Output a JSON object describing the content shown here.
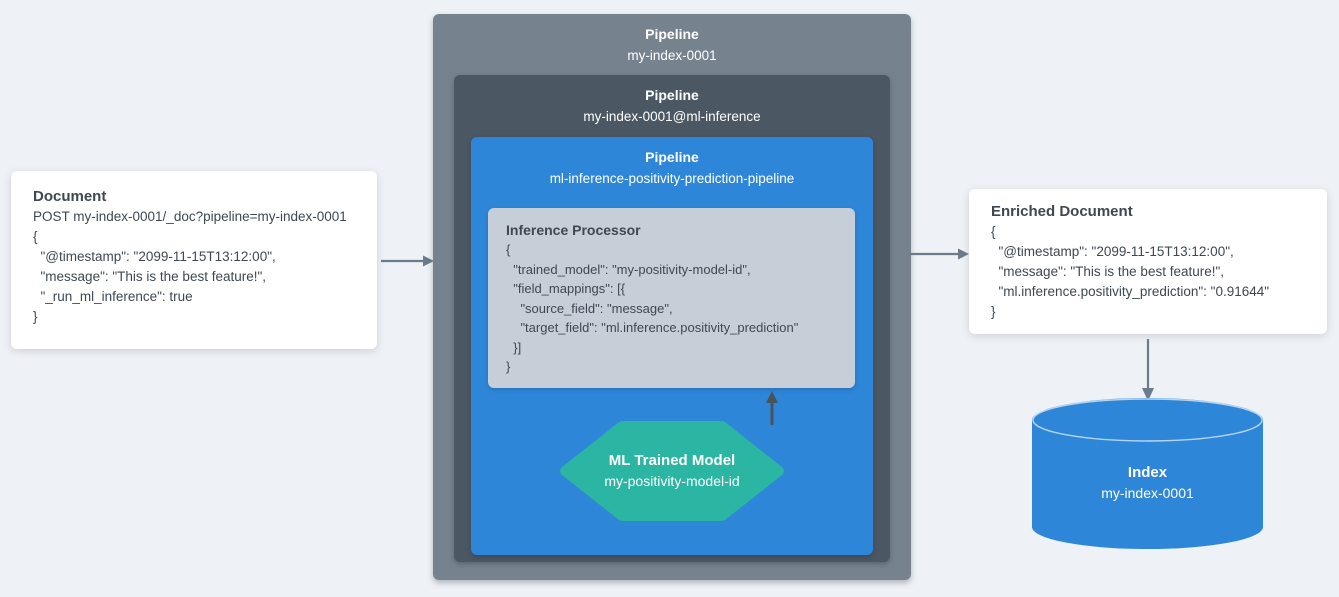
{
  "colors": {
    "background": "#EEF1F5",
    "outer_pipeline_box": "#77828F",
    "inner_pipeline_box": "#4B5763",
    "ml_pipeline_box": "#2E86D8",
    "processor_card": "#C6CFD8",
    "model_hexagon": "#2BB5A3",
    "index_cylinder": "#2E86D8",
    "arrow_gray": "#6B7B8B",
    "arrow_dark": "#4A525B",
    "text_dark": "#3E4853",
    "text_white": "#FFFFFF"
  },
  "document_card": {
    "title": "Document",
    "lines": [
      "POST my-index-0001/_doc?pipeline=my-index-0001",
      "{",
      "  \"@timestamp\": \"2099-11-15T13:12:00\",",
      "  \"message\": \"This is the best feature!\",",
      "  \"_run_ml_inference\": true",
      "}"
    ]
  },
  "outer_pipeline": {
    "title": "Pipeline",
    "name": "my-index-0001"
  },
  "inference_pipeline": {
    "title": "Pipeline",
    "name": "my-index-0001@ml-inference"
  },
  "ml_pipeline": {
    "title": "Pipeline",
    "name": "ml-inference-positivity-prediction-pipeline"
  },
  "inference_processor": {
    "title": "Inference Processor",
    "lines": [
      "{",
      "  \"trained_model\": \"my-positivity-model-id\",",
      "  \"field_mappings\": [{",
      "    \"source_field\": \"message\",",
      "    \"target_field\": \"ml.inference.positivity_prediction\"",
      "  }]",
      "}"
    ]
  },
  "ml_model": {
    "title": "ML Trained Model",
    "name": "my-positivity-model-id"
  },
  "enriched_card": {
    "title": "Enriched Document",
    "lines": [
      "{",
      "  \"@timestamp\": \"2099-11-15T13:12:00\",",
      "  \"message\": \"This is the best feature!\",",
      "  \"ml.inference.positivity_prediction\": \"0.91644\"",
      "}"
    ]
  },
  "index": {
    "title": "Index",
    "name": "my-index-0001"
  }
}
